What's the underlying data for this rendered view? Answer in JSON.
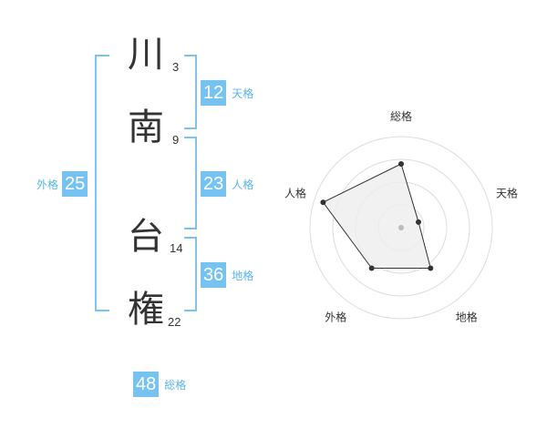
{
  "name": {
    "characters": [
      {
        "char": "川",
        "strokes": "3"
      },
      {
        "char": "南",
        "strokes": "9"
      },
      {
        "char": "台",
        "strokes": "14"
      },
      {
        "char": "権",
        "strokes": "22"
      }
    ]
  },
  "fortune": {
    "tenkaku": {
      "value": "12",
      "label": "天格"
    },
    "jinkaku": {
      "value": "23",
      "label": "人格"
    },
    "chikaku": {
      "value": "36",
      "label": "地格"
    },
    "gaikaku": {
      "value": "25",
      "label": "外格"
    },
    "soukaku": {
      "value": "48",
      "label": "総格"
    }
  },
  "chart_data": {
    "type": "radar",
    "axes": [
      "総格",
      "天格",
      "地格",
      "外格",
      "人格"
    ],
    "values": [
      0.7,
      0.2,
      0.55,
      0.55,
      0.9
    ],
    "max": 1,
    "rings": 4,
    "colors": {
      "fill": "#eeeeee",
      "stroke": "#333333",
      "grid": "#dddddd",
      "center": "#bbbbbb"
    }
  }
}
